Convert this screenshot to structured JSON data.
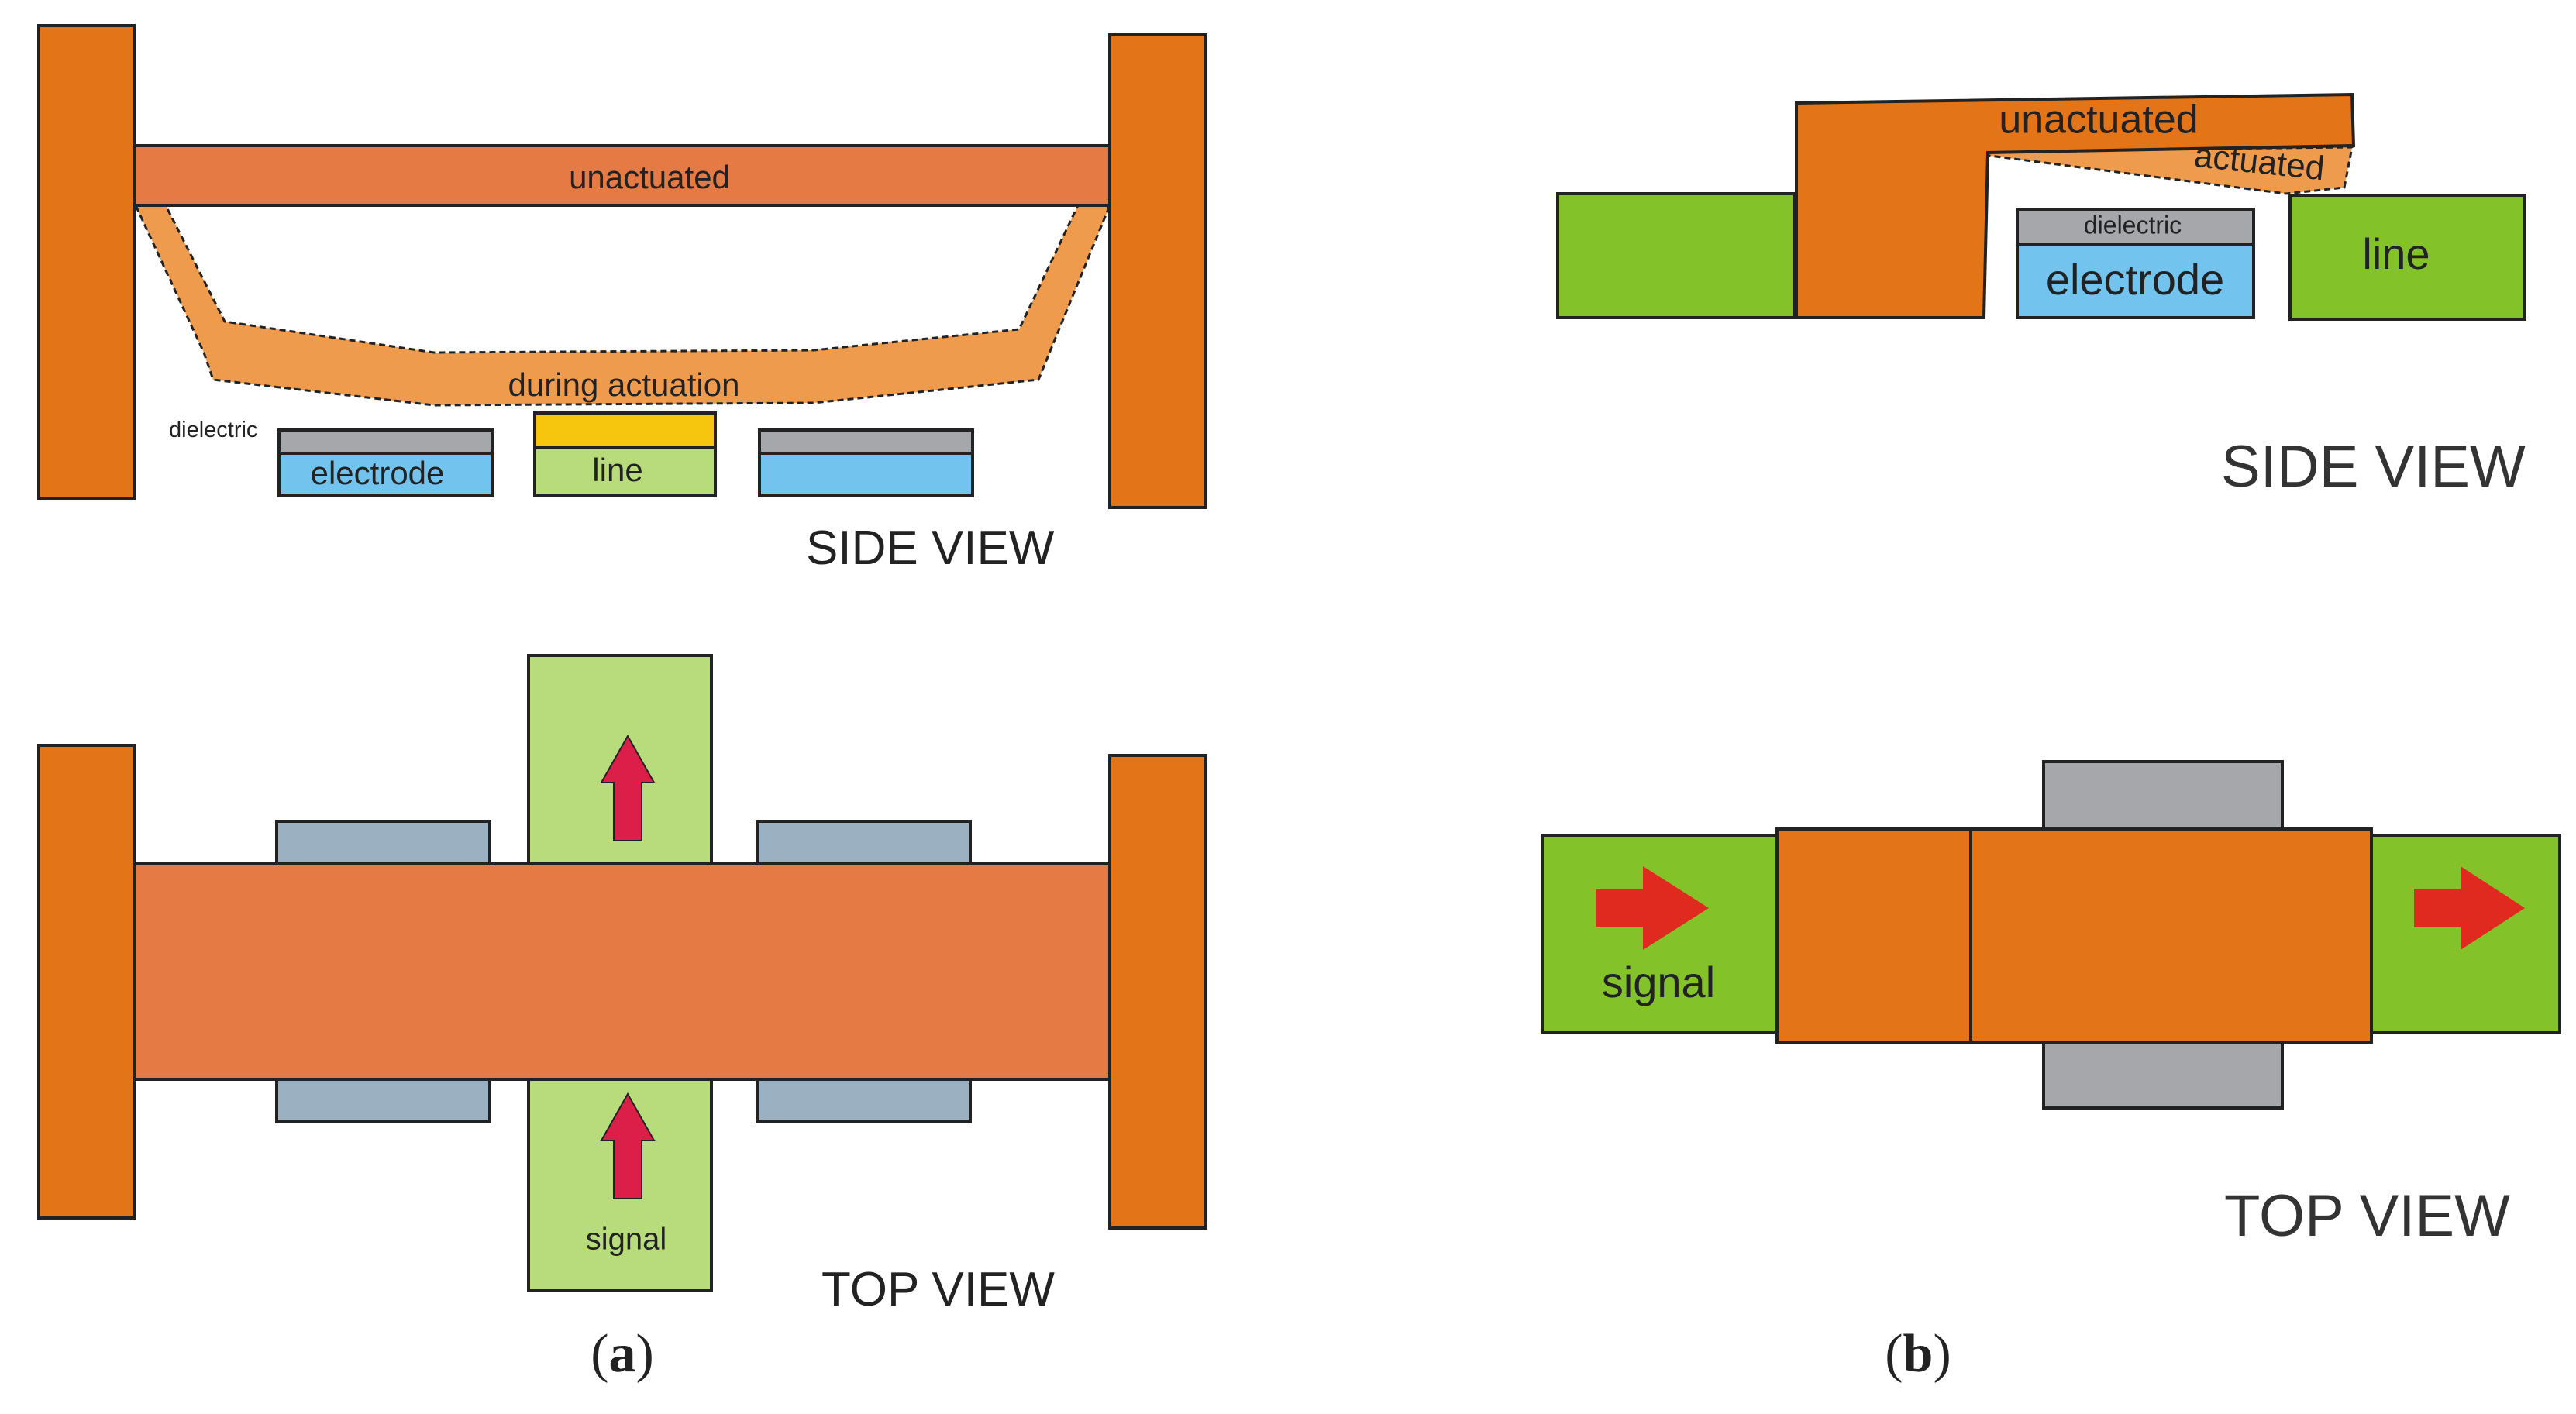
{
  "panel_a": {
    "side_view": {
      "unactuated": "unactuated",
      "during_actuation": "during actuation",
      "dielectric": "dielectric",
      "electrode": "electrode",
      "line": "line",
      "view_label": "SIDE VIEW"
    },
    "top_view": {
      "signal": "signal",
      "view_label": "TOP VIEW"
    },
    "caption_open": "(",
    "caption_letter": "a",
    "caption_close": ")"
  },
  "panel_b": {
    "side_view": {
      "unactuated": "unactuated",
      "actuated": "actuated",
      "dielectric": "dielectric",
      "electrode": "electrode",
      "line": "line",
      "view_label": "SIDE VIEW"
    },
    "top_view": {
      "signal": "signal",
      "view_label": "TOP VIEW"
    },
    "caption_open": "(",
    "caption_letter": "b",
    "caption_close": ")"
  },
  "colors": {
    "anchor_orange": "#E37418",
    "beam_orange": "#E67A45",
    "actuated_orange": "#EF9B4E",
    "electrode_blue": "#72C4EE",
    "dielectric_gray": "#A5A7AA",
    "line_green_light": "#B8DB7C",
    "line_green": "#84C22A",
    "dielectric_yellow": "#F6C50E",
    "electrode_slate": "#9BB0C1",
    "arrow_crimson": "#DB1F48",
    "arrow_red": "#E02A1F"
  }
}
